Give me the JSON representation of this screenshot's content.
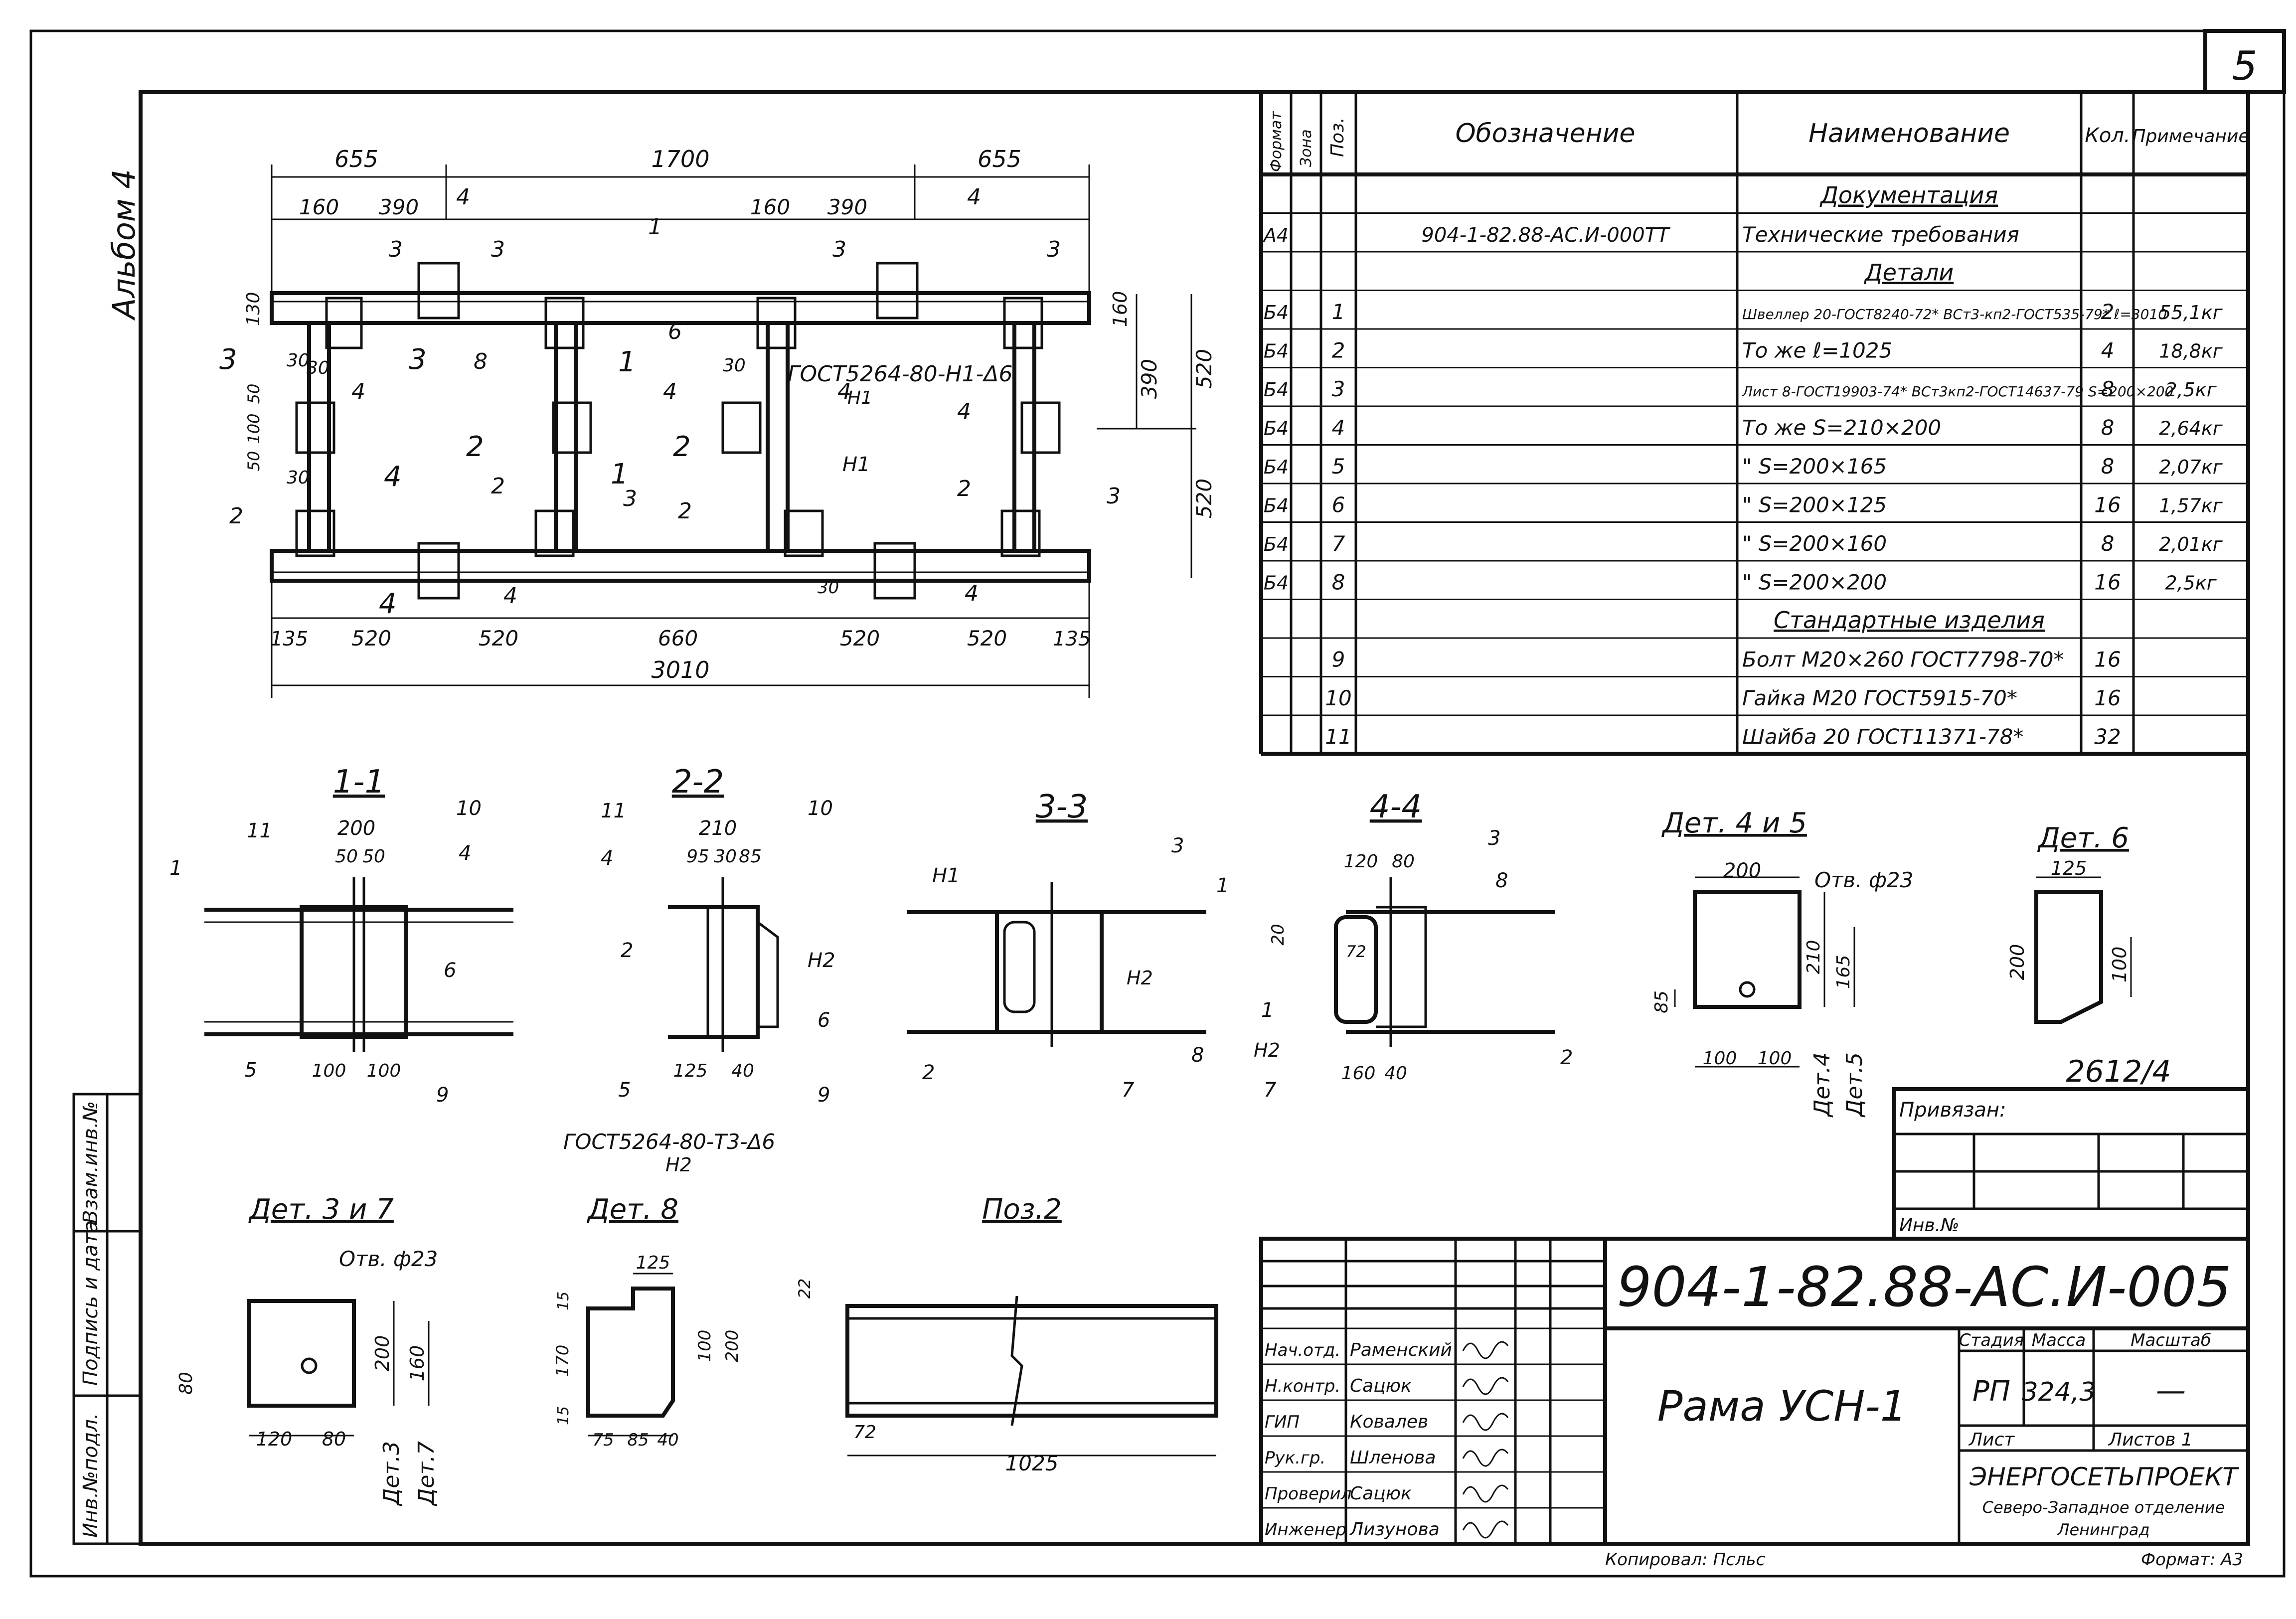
{
  "sheet": {
    "number": "5",
    "album": "Альбом 4",
    "code": "904-1-82.88-АС.И-005",
    "title": "Рама УСН-1",
    "stage_label": "Стадия",
    "mass_label": "Масса",
    "scale_label": "Масштаб",
    "stage": "РП",
    "mass": "324,3",
    "scale": "—",
    "list_label": "Лист",
    "lists_label": "Листов 1",
    "org_name": "ЭНЕРГОСЕТЬПРОЕКТ",
    "org_branch": "Северо-Западное отделение",
    "org_city": "Ленинград",
    "copied_by": "Копировал: Псльс",
    "format": "Формат: А3",
    "ref_number": "2612/4",
    "tied_to": "Привязан:",
    "inv_no": "Инв.№",
    "left_strip": [
      "Взам.инв.№",
      "Подпись и дата",
      "Инв.№подл."
    ],
    "signers": [
      {
        "role": "Нач.отд.",
        "name": "Раменский"
      },
      {
        "role": "Н.контр.",
        "name": "Сацюк"
      },
      {
        "role": "ГИП",
        "name": "Ковалев"
      },
      {
        "role": "Рук.гр.",
        "name": "Шленова"
      },
      {
        "role": "Проверил",
        "name": "Сацюк"
      },
      {
        "role": "Инженер",
        "name": "Лизунова"
      }
    ]
  },
  "spec": {
    "headers": [
      "Формат",
      "Зона",
      "Поз.",
      "Обозначение",
      "Наименование",
      "Кол.",
      "Примечание"
    ],
    "rows": [
      {
        "fmt": "",
        "pos": "",
        "code": "",
        "name": "Документация",
        "qty": "",
        "note": "",
        "type": "section"
      },
      {
        "fmt": "А4",
        "pos": "",
        "code": "904-1-82.88-АС.И-000ТТ",
        "name": "Технические требования",
        "qty": "",
        "note": "",
        "type": "item"
      },
      {
        "fmt": "",
        "pos": "",
        "code": "",
        "name": "Детали",
        "qty": "",
        "note": "",
        "type": "section"
      },
      {
        "fmt": "Б4",
        "pos": "1",
        "code": "",
        "name": "Швеллер 20-ГОСТ8240-72* ВСт3-кп2-ГОСТ535-79* ℓ=3010",
        "qty": "2",
        "note": "55,1кг",
        "type": "item"
      },
      {
        "fmt": "Б4",
        "pos": "2",
        "code": "",
        "name": "То же ℓ=1025",
        "qty": "4",
        "note": "18,8кг",
        "type": "item"
      },
      {
        "fmt": "Б4",
        "pos": "3",
        "code": "",
        "name": "Лист 8-ГОСТ19903-74* ВСт3кп2-ГОСТ14637-79 S=200×200",
        "qty": "8",
        "note": "2,5кг",
        "type": "item"
      },
      {
        "fmt": "Б4",
        "pos": "4",
        "code": "",
        "name": "То же S=210×200",
        "qty": "8",
        "note": "2,64кг",
        "type": "item"
      },
      {
        "fmt": "Б4",
        "pos": "5",
        "code": "",
        "name": "\" S=200×165",
        "qty": "8",
        "note": "2,07кг",
        "type": "item"
      },
      {
        "fmt": "Б4",
        "pos": "6",
        "code": "",
        "name": "\" S=200×125",
        "qty": "16",
        "note": "1,57кг",
        "type": "item"
      },
      {
        "fmt": "Б4",
        "pos": "7",
        "code": "",
        "name": "\" S=200×160",
        "qty": "8",
        "note": "2,01кг",
        "type": "item"
      },
      {
        "fmt": "Б4",
        "pos": "8",
        "code": "",
        "name": "\" S=200×200",
        "qty": "16",
        "note": "2,5кг",
        "type": "item"
      },
      {
        "fmt": "",
        "pos": "",
        "code": "",
        "name": "Стандартные изделия",
        "qty": "",
        "note": "",
        "type": "section"
      },
      {
        "fmt": "",
        "pos": "9",
        "code": "",
        "name": "Болт М20×260 ГОСТ7798-70*",
        "qty": "16",
        "note": "",
        "type": "item"
      },
      {
        "fmt": "",
        "pos": "10",
        "code": "",
        "name": "Гайка М20 ГОСТ5915-70*",
        "qty": "16",
        "note": "",
        "type": "item"
      },
      {
        "fmt": "",
        "pos": "11",
        "code": "",
        "name": "Шайба 20 ГОСТ11371-78*",
        "qty": "32",
        "note": "",
        "type": "item"
      }
    ]
  },
  "plan": {
    "dims_top": [
      "655",
      "1700",
      "655"
    ],
    "dims_sub": [
      "160",
      "390",
      "160",
      "390"
    ],
    "dims_bottom": [
      "135",
      "520",
      "520",
      "660",
      "520",
      "520",
      "135"
    ],
    "overall": "3010",
    "dims_right": [
      "520",
      "520",
      "390",
      "160"
    ],
    "dims_left": [
      "130",
      "30",
      "50",
      "100",
      "50",
      "30"
    ],
    "weld_note": "ГОСТ5264-80-Н1-Δ6",
    "weld_n1": "Н1",
    "weld_n1b": "Н1",
    "position_labels": [
      "1",
      "1",
      "2",
      "2",
      "2",
      "2",
      "3",
      "3",
      "3",
      "3",
      "3",
      "3",
      "4",
      "4",
      "4",
      "4",
      "4",
      "4",
      "4",
      "4",
      "6",
      "8"
    ],
    "section_marks": [
      "3",
      "3",
      "1",
      "1",
      "2",
      "2",
      "4",
      "4",
      "30",
      "30",
      "30"
    ]
  },
  "sections": [
    {
      "title": "1-1",
      "dims": [
        "200",
        "50",
        "50",
        "100",
        "100"
      ],
      "labels": [
        "11",
        "10",
        "4",
        "1",
        "6",
        "5",
        "9"
      ]
    },
    {
      "title": "2-2",
      "dims": [
        "210",
        "95",
        "30",
        "85",
        "125",
        "40"
      ],
      "labels": [
        "11",
        "10",
        "4",
        "2",
        "Н2",
        "6",
        "5",
        "9"
      ]
    },
    {
      "title": "3-3",
      "dims": [],
      "labels": [
        "Н1",
        "3",
        "1",
        "Н2",
        "2",
        "7",
        "8"
      ]
    },
    {
      "title": "4-4",
      "dims": [
        "120",
        "80",
        "20",
        "72",
        "160",
        "40"
      ],
      "labels": [
        "3",
        "8",
        "1",
        "Н2",
        "7",
        "2"
      ]
    }
  ],
  "weld_note2": "ГОСТ5264-80-Т3-Δ6",
  "weld_n2": "Н2",
  "details": [
    {
      "title": "Дет. 4 и 5",
      "hole": "Отв. ф23",
      "dims": [
        "200",
        "85",
        "210",
        "165",
        "100",
        "100"
      ],
      "marks": [
        "Дет.4",
        "Дет.5"
      ]
    },
    {
      "title": "Дет. 6",
      "dims": [
        "125",
        "200",
        "100"
      ]
    },
    {
      "title": "Дет. 3 и 7",
      "hole": "Отв. ф23",
      "dims": [
        "80",
        "200",
        "160",
        "120",
        "80"
      ],
      "marks": [
        "Дет.3",
        "Дет.7"
      ]
    },
    {
      "title": "Дет. 8",
      "dims": [
        "125",
        "15",
        "170",
        "15",
        "100",
        "200",
        "75",
        "85",
        "40"
      ]
    },
    {
      "title": "Поз.2",
      "dims": [
        "22",
        "72",
        "1025"
      ]
    }
  ]
}
